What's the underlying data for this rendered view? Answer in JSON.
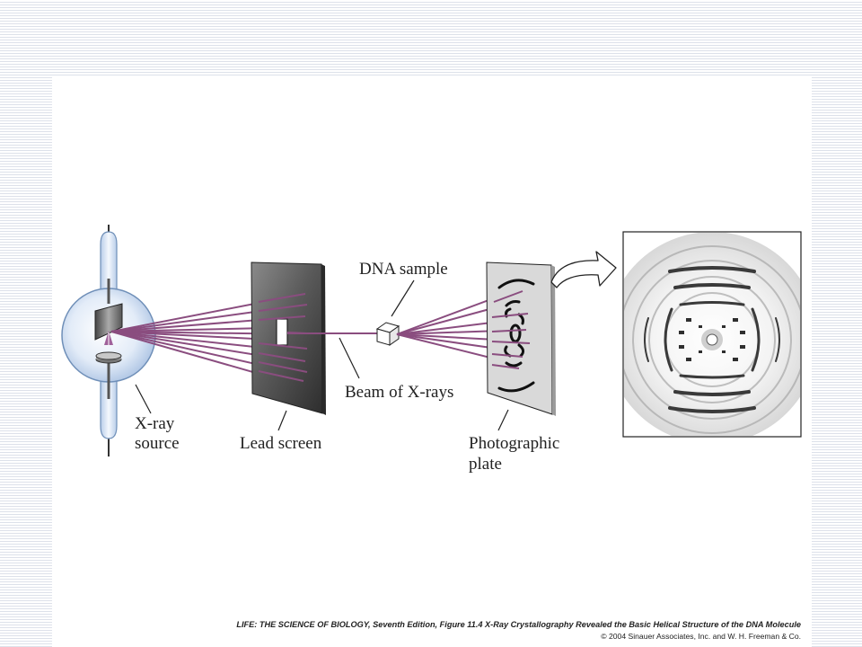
{
  "labels": {
    "dna_sample": "DNA sample",
    "beam": "Beam of X-rays",
    "xray_line1": "X-ray",
    "xray_line2": "source",
    "lead_screen": "Lead screen",
    "plate_line1": "Photographic",
    "plate_line2": "plate"
  },
  "caption": {
    "line1": "LIFE: THE SCIENCE OF BIOLOGY, Seventh Edition, Figure 11.4 X-Ray Crystallography Revealed the Basic Helical Structure of the DNA Molecule",
    "line2": "© 2004 Sinauer Associates, Inc. and W. H. Freeman & Co."
  },
  "colors": {
    "beam": "#8a4d7f",
    "tube_glass": "#c5d7ee",
    "screen_dark": "#4a4a4a",
    "plate": "#d9d9d9"
  }
}
